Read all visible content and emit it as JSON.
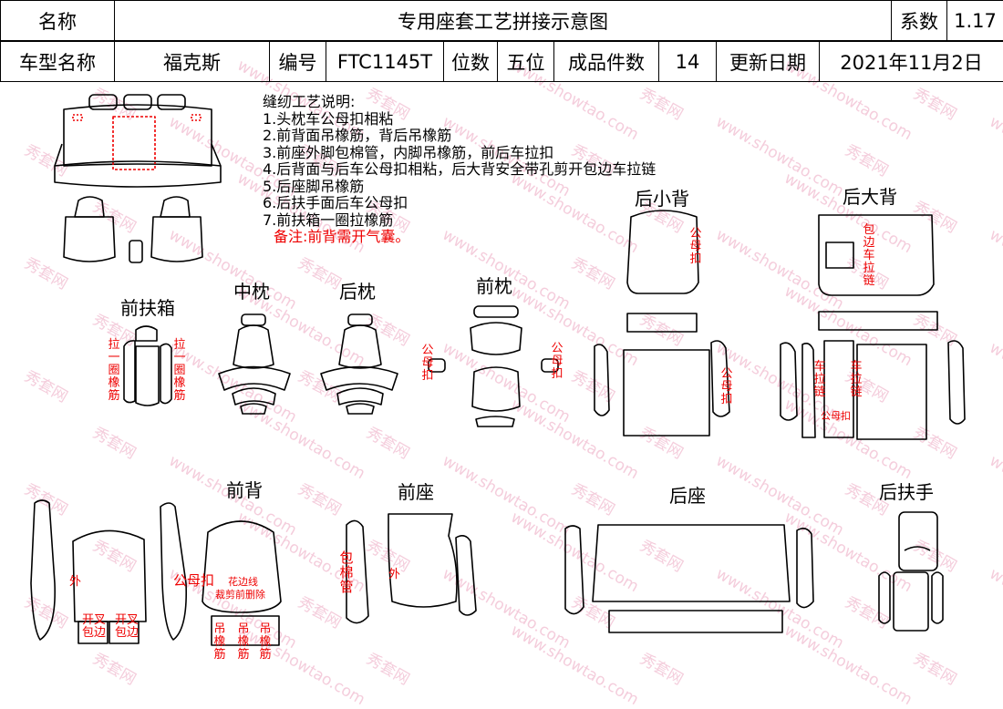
{
  "header": {
    "name_label": "名称",
    "title": "专用座套工艺拼接示意图",
    "coef_label": "系数",
    "coef_value": "1.17",
    "model_label": "车型名称",
    "model_value": "福克斯",
    "code_label": "编号",
    "code_value": "FTC1145T",
    "seats_label": "位数",
    "seats_value": "五位",
    "pieces_label": "成品件数",
    "pieces_value": "14",
    "date_label": "更新日期",
    "date_value": "2021年11月2日"
  },
  "notes": {
    "heading": "缝纫工艺说明:",
    "items": [
      "1.头枕车公母扣相粘",
      "2.前背面吊橡筋，背后吊橡筋",
      "3.前座外脚包棉管，内脚吊橡筋，前后车拉扣",
      "4.后背面与后车公母扣相粘，后大背安全带孔剪开包边车拉链",
      "5.后座脚吊橡筋",
      "6.后扶手面后车公母扣",
      "7.前扶箱一圈拉橡筋"
    ],
    "remark": "备注:前背需开气囊。"
  },
  "labels": {
    "front_armrest_box": "前扶箱",
    "middle_headrest": "中枕",
    "rear_headrest": "后枕",
    "front_headrest": "前枕",
    "rear_small_back": "后小背",
    "rear_large_back": "后大背",
    "front_back": "前背",
    "front_seat": "前座",
    "rear_seat": "后座",
    "rear_armrest": "后扶手"
  },
  "annotations": {
    "pull_elastic_1": "拉一圈橡筋",
    "pull_elastic_2": "拉一圈橡筋",
    "snap_1": "公母扣",
    "snap_2": "公母扣",
    "snap_3": "公母扣",
    "snap_4": "公母扣",
    "edge_zipper": "包边车拉链",
    "zipper_1": "车拉链",
    "zipper_2": "车拉链",
    "snap_5": "公母扣",
    "outer_1": "外",
    "snap_6": "公母扣",
    "trim_line_1": "花边线",
    "trim_line_2": "裁剪前删除",
    "open_edge_1": "开叉包边",
    "open_edge_2": "开叉包边",
    "elastic_1": "吊橡筋",
    "elastic_2": "吊橡筋",
    "elastic_3": "吊橡筋",
    "cotton_tube": "包棉管",
    "outer_2": "外"
  },
  "watermarks": [
    "秀套网",
    "www.showtao.com"
  ],
  "colors": {
    "annotation": "#e00000",
    "watermark": "#f3c5d6",
    "line": "#000000"
  }
}
